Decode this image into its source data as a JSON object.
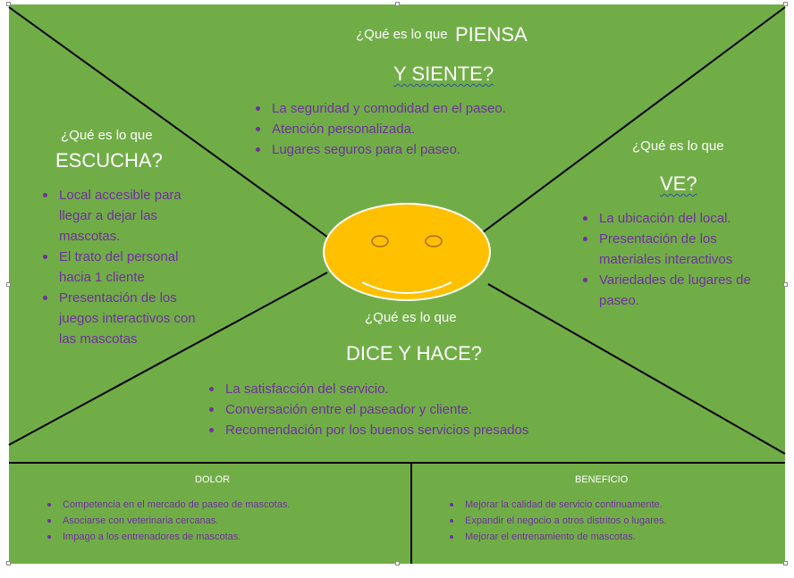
{
  "colors": {
    "board": "#70ad47",
    "text_heading": "#ffffff",
    "list_text": "#7030a0",
    "face": "#ffc000"
  },
  "top": {
    "prefix": "¿Qué es lo que",
    "title_word": "PIENSA",
    "title_line2": "Y SIENTE?",
    "items": [
      "La seguridad y comodidad en el paseo.",
      "Atención personalizada.",
      "Lugares seguros para el paseo."
    ]
  },
  "left": {
    "prefix": "¿Qué es lo que",
    "title": "ESCUCHA?",
    "items": [
      "Local accesible para llegar a dejar las mascotas.",
      "El trato del personal hacia 1 cliente",
      "Presentación de los juegos interactivos con las mascotas"
    ]
  },
  "right": {
    "prefix": "¿Qué es lo que",
    "title": "VE?",
    "items": [
      "La ubicación del local.",
      "Presentación de los materiales interactivos",
      "Variedades de lugares de paseo."
    ]
  },
  "bottom": {
    "prefix": "¿Qué es lo que",
    "title": "DICE Y HACE?",
    "items": [
      "La satisfacción del servicio.",
      "Conversación entre el paseador y cliente.",
      "Recomendación por los buenos servicios presados"
    ]
  },
  "pain": {
    "title": "DOLOR",
    "items": [
      "Competencia en el mercado de paseo de mascotas.",
      "Asociarse con veterinaria cercanas.",
      "Impago a los entrenadores de mascotas."
    ]
  },
  "gain": {
    "title": "BENEFICIO",
    "items": [
      "Mejorar la calidad de servicio continuamente.",
      "Expandir el negocio a otros distritos o lugares.",
      "Mejorar el entrenamiento de mascotas."
    ]
  }
}
